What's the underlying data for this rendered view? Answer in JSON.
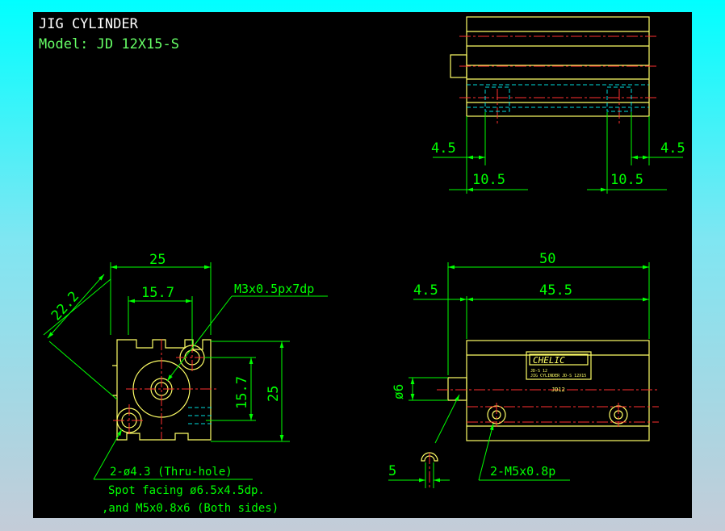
{
  "title": "JIG CYLINDER",
  "model": "Model:  JD 12X15-S",
  "colors": {
    "background": "#000000",
    "outline": "#ffff66",
    "dimension": "#00ff00",
    "centerline": "#ff3030",
    "hidden": "#00dddd",
    "title": "#ffffff",
    "model": "#66ff66"
  },
  "top_view": {
    "dims": {
      "left_small": "4.5",
      "left_large": "10.5",
      "right_large": "10.5",
      "right_small": "4.5"
    }
  },
  "front_view": {
    "dims": {
      "width": "25",
      "inner_width": "15.7",
      "diagonal": "22.2",
      "height_inner": "15.7",
      "height": "25"
    },
    "notes": {
      "tap": "M3x0.5px7dp",
      "holes": "2-ø4.3 (Thru-hole)",
      "spot": "Spot facing  ø6.5x4.5dp.",
      "tap2": ",and M5x0.8x6 (Both sides)"
    }
  },
  "side_view": {
    "dims": {
      "length": "50",
      "offset": "4.5",
      "body_length": "45.5",
      "rod_diameter": "ø6",
      "rod_length": "5"
    },
    "notes": {
      "ports": "2-M5x0.8p"
    },
    "label": {
      "brand": "CHELIC",
      "line1": "JD-S 12",
      "line2": "JIG CYLINDER JD-S 12X15",
      "model": "JD12"
    }
  }
}
